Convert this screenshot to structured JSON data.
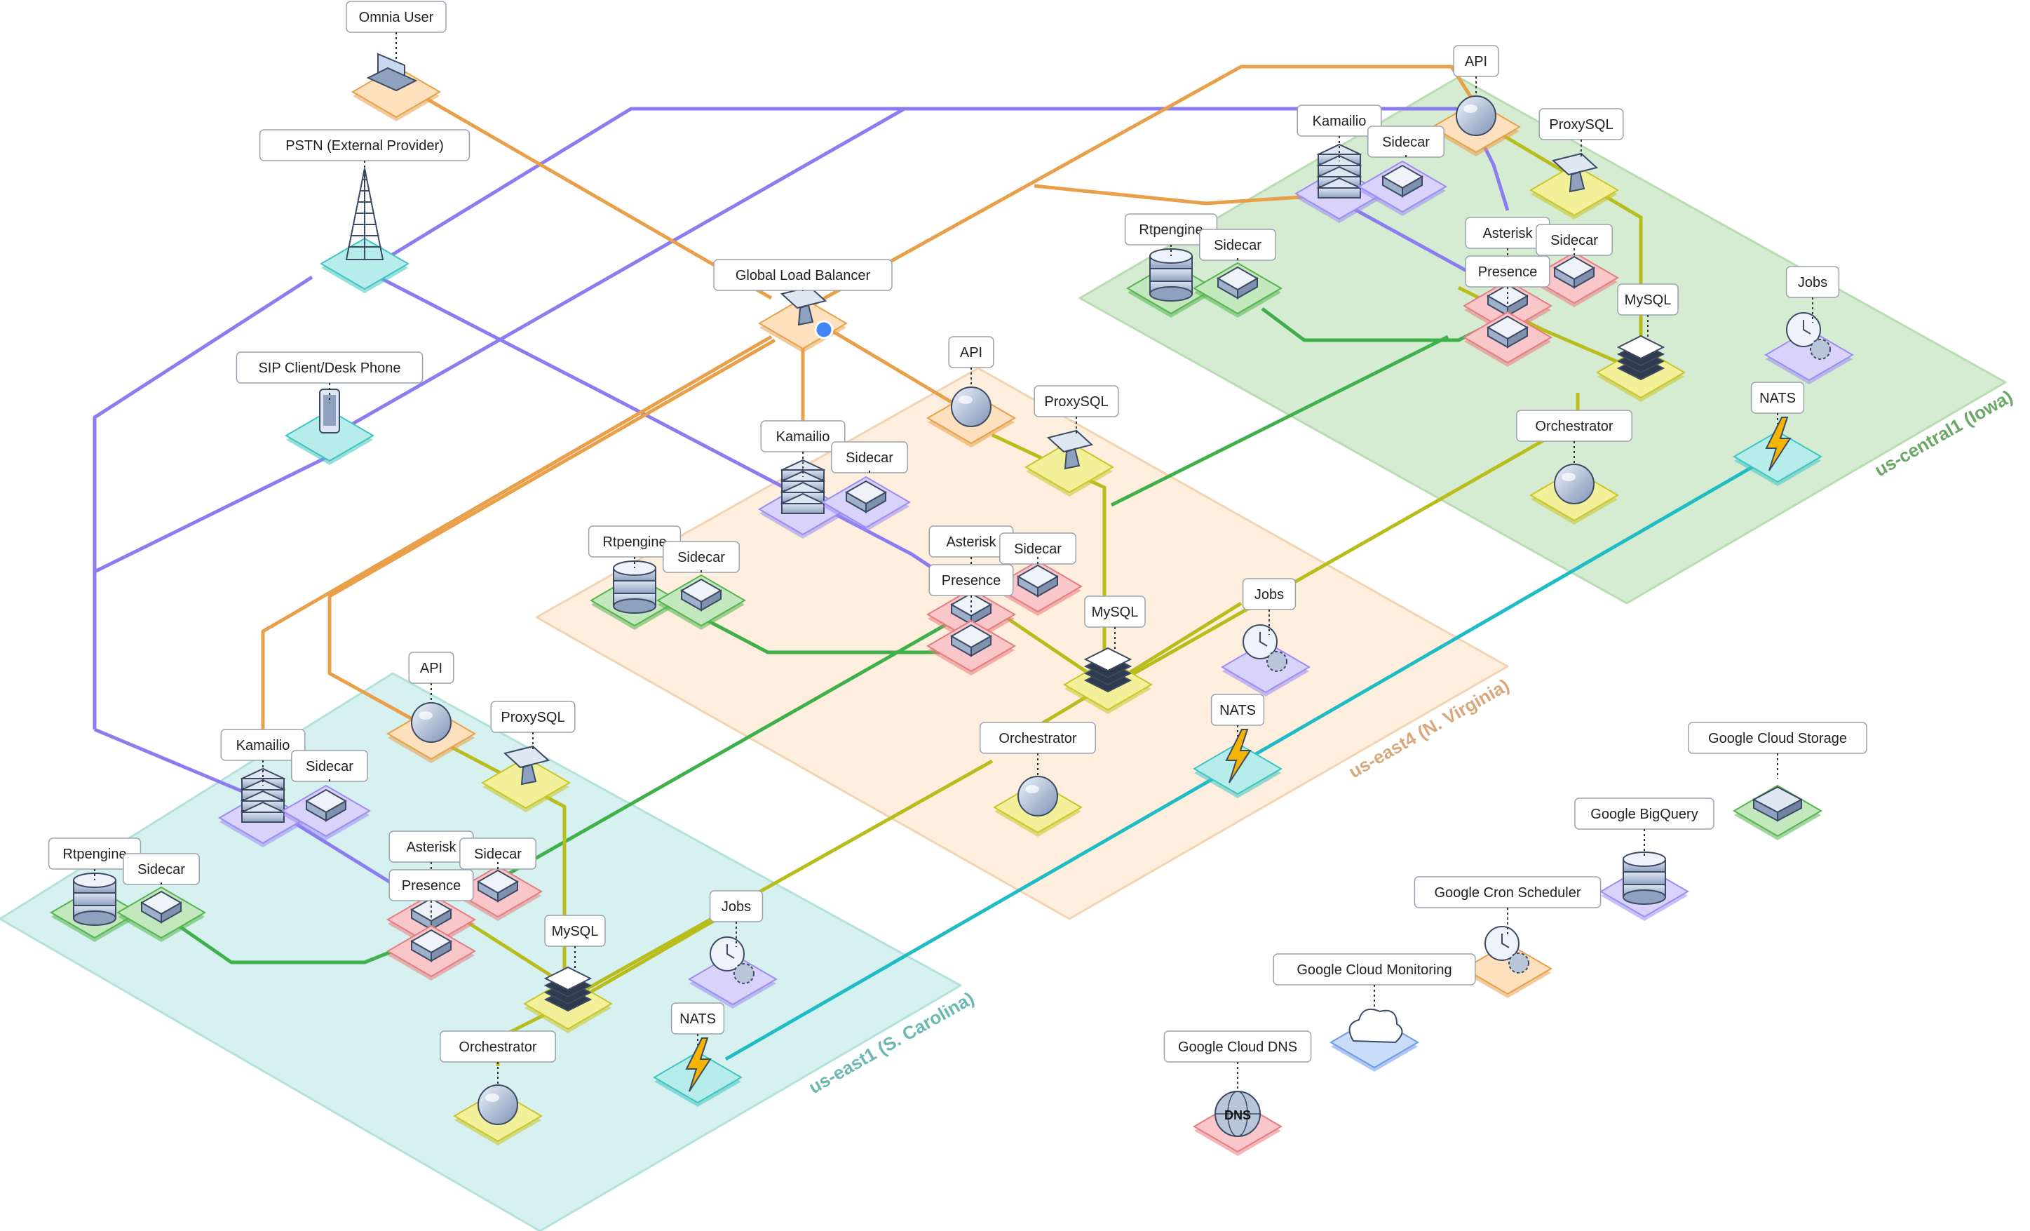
{
  "colors": {
    "purple": "#8b7cf0",
    "orange": "#e8a04a",
    "green": "#3fb04a",
    "olive": "#b8bd1c",
    "teal": "#1fbcc4",
    "region_central": "#d6ecd2",
    "region_east4": "#fdeede",
    "region_east1": "#d6f1ef"
  },
  "regions": {
    "central": {
      "label": "us-central1 (Iowa)",
      "color": "#6aa866"
    },
    "east4": {
      "label": "us-east4 (N. Virginia)",
      "color": "#d9a87a"
    },
    "east1": {
      "label": "us-east1 (S. Carolina)",
      "color": "#6bb8b2"
    }
  },
  "external": {
    "omnia_user": "Omnia User",
    "pstn": "PSTN (External Provider)",
    "sip_client": "SIP Client/Desk Phone",
    "glb": "Global Load Balancer"
  },
  "central": {
    "api": "API",
    "proxysql": "ProxySQL",
    "kamailio": "Kamailio",
    "kam_sidecar": "Sidecar",
    "rtpengine": "Rtpengine",
    "rtp_sidecar": "Sidecar",
    "asterisk": "Asterisk",
    "ast_sidecar": "Sidecar",
    "presence": "Presence",
    "mysql": "MySQL",
    "jobs": "Jobs",
    "nats": "NATS",
    "orchestrator": "Orchestrator"
  },
  "east4": {
    "api": "API",
    "proxysql": "ProxySQL",
    "kamailio": "Kamailio",
    "kam_sidecar": "Sidecar",
    "rtpengine": "Rtpengine",
    "rtp_sidecar": "Sidecar",
    "asterisk": "Asterisk",
    "ast_sidecar": "Sidecar",
    "presence": "Presence",
    "mysql": "MySQL",
    "jobs": "Jobs",
    "nats": "NATS",
    "orchestrator": "Orchestrator"
  },
  "east1": {
    "api": "API",
    "proxysql": "ProxySQL",
    "kamailio": "Kamailio",
    "kam_sidecar": "Sidecar",
    "rtpengine": "Rtpengine",
    "rtp_sidecar": "Sidecar",
    "asterisk": "Asterisk",
    "ast_sidecar": "Sidecar",
    "presence": "Presence",
    "mysql": "MySQL",
    "jobs": "Jobs",
    "nats": "NATS",
    "orchestrator": "Orchestrator"
  },
  "gcp": {
    "storage": "Google Cloud Storage",
    "bigquery": "Google BigQuery",
    "cron": "Google Cron Scheduler",
    "monitoring": "Google Cloud Monitoring",
    "dns": "Google Cloud DNS",
    "dns_glyph": "DNS"
  }
}
